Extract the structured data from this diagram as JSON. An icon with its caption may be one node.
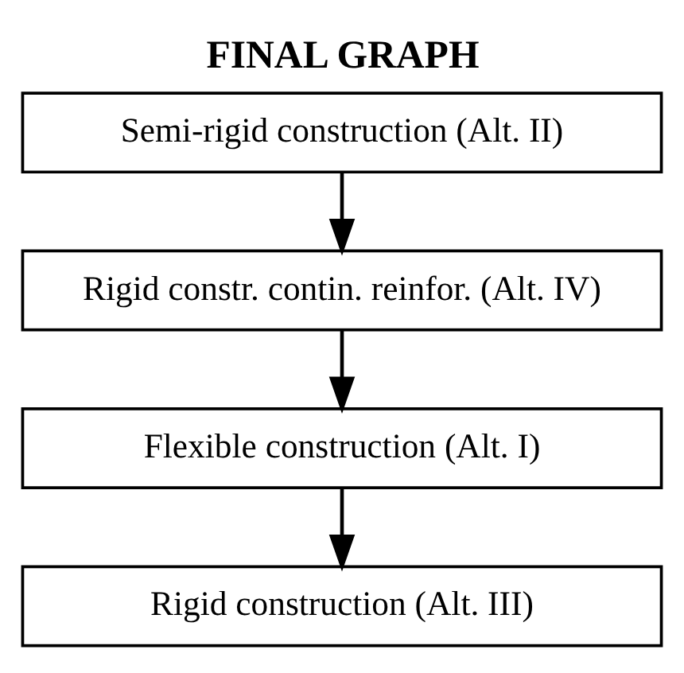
{
  "diagram": {
    "title": "FINAL GRAPH",
    "nodes": [
      {
        "text": [
          "Semi-rigid construction (Alt. II)"
        ]
      },
      {
        "text": [
          "Rigid constr. contin. reinfor. (Alt. IV)"
        ]
      },
      {
        "text": [
          "Flexible construction (Alt. I)"
        ]
      },
      {
        "text": [
          "Rigid construction (Alt. III)"
        ]
      }
    ],
    "edges": [
      {
        "from": 0,
        "to": 1,
        "arrow": "to"
      },
      {
        "from": 1,
        "to": 2,
        "arrow": "to"
      },
      {
        "from": 2,
        "to": 3,
        "arrow": "to"
      }
    ]
  }
}
